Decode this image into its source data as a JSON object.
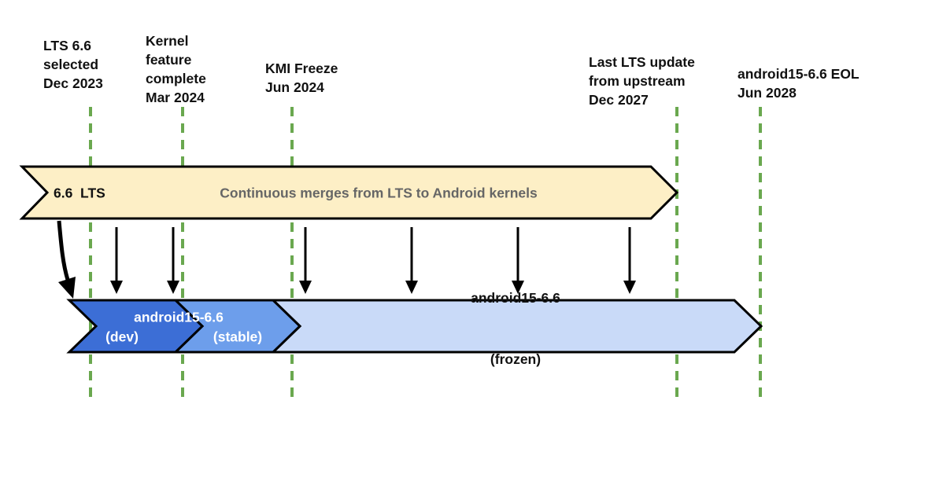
{
  "milestones": [
    {
      "label": "LTS 6.6\nselected\nDec 2023"
    },
    {
      "label": "Kernel\nfeature\ncomplete\nMar 2024"
    },
    {
      "label": "KMI Freeze\nJun 2024"
    },
    {
      "label": "Last LTS update\nfrom upstream\nDec 2027"
    },
    {
      "label": "android15-6.6 EOL\nJun 2028"
    }
  ],
  "lts_banner": {
    "version_tag": "6.6  LTS",
    "description": "Continuous merges from LTS to Android kernels"
  },
  "android_banner": {
    "branch_name": "android15-6.6",
    "dev_label": "(dev)",
    "stable_label": "(stable)",
    "frozen_name": "android15-6.6",
    "frozen_label": "(frozen)"
  },
  "colors": {
    "lts_fill": "#fdefc6",
    "dev_fill": "#3c6ed6",
    "stable_fill": "#6d9eeb",
    "frozen_fill": "#c9daf8",
    "milestone_line": "#6aa84f",
    "outline": "#000000",
    "description_text": "#666666"
  }
}
